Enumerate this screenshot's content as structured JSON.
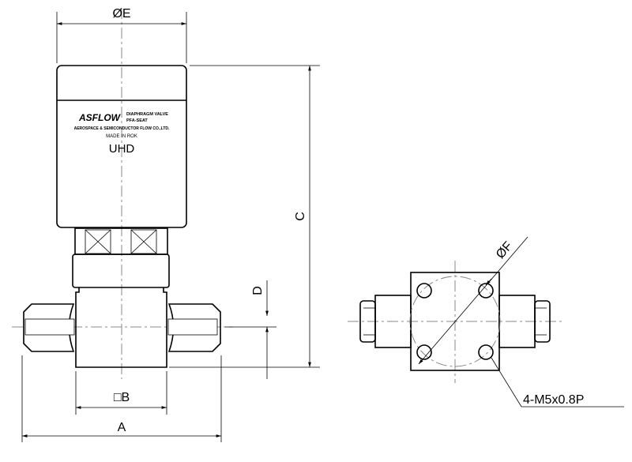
{
  "dimensions": {
    "diameter_e": "ØE",
    "height_c": "C",
    "offset_d": "D",
    "square_b": "□B",
    "length_a": "A",
    "diameter_f": "ØF",
    "thread_callout": "4-M5x0.8P"
  },
  "label": {
    "logo": "ASFLOW",
    "product": "DIAPHRAGM VALVE",
    "seat": "PFA-SEAT",
    "company": "AEROSPACE & SEMICONDUCTOR FLOW CO.,LTD.",
    "origin": "MADE IN ROK",
    "model": "UHD"
  }
}
